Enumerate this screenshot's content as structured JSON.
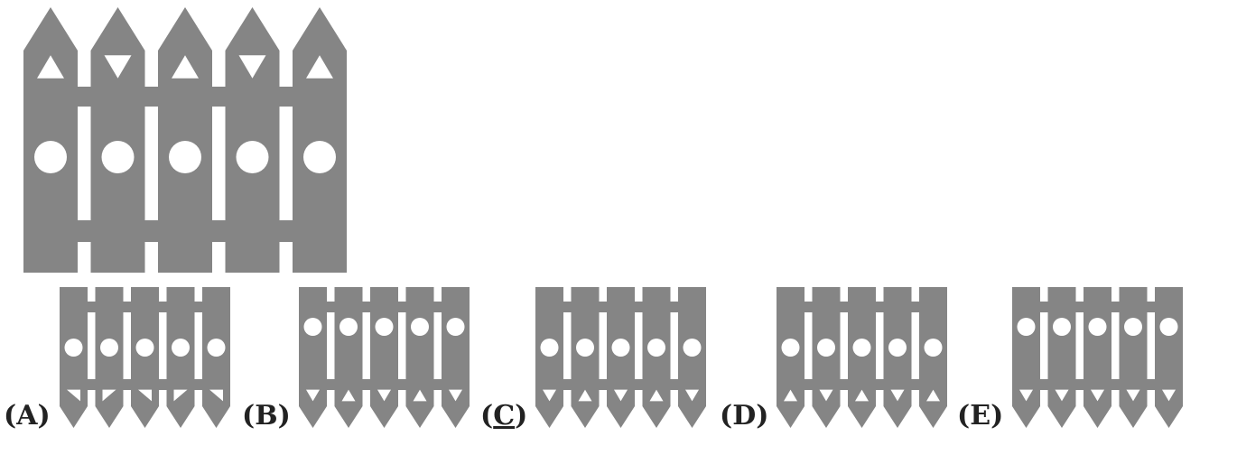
{
  "colors": {
    "fence": "#858585",
    "background": "#ffffff",
    "text": "#222222"
  },
  "question_fence": {
    "name": "original-fence",
    "tips": "up",
    "marks": [
      "up",
      "down",
      "up",
      "down",
      "up"
    ],
    "hole": "middle"
  },
  "options": [
    {
      "label_pre": "(",
      "letter": "A",
      "label_post": ")",
      "underlined": false,
      "tips": "down",
      "marks": [
        "tri-left",
        "tri-right",
        "tri-left",
        "tri-right",
        "tri-left"
      ],
      "hole": "upper-middle"
    },
    {
      "label_pre": "(",
      "letter": "B",
      "label_post": ")",
      "underlined": false,
      "tips": "down",
      "marks": [
        "down",
        "up",
        "down",
        "up",
        "down"
      ],
      "hole": "top"
    },
    {
      "label_pre": "(",
      "letter": "C",
      "label_post": ")",
      "underlined": true,
      "tips": "down",
      "marks": [
        "down",
        "up",
        "down",
        "up",
        "down"
      ],
      "hole": "upper-middle"
    },
    {
      "label_pre": "(",
      "letter": "D",
      "label_post": ")",
      "underlined": false,
      "tips": "down",
      "marks": [
        "up",
        "down",
        "up",
        "down",
        "up"
      ],
      "hole": "upper-middle"
    },
    {
      "label_pre": "(",
      "letter": "E",
      "label_post": ")",
      "underlined": false,
      "tips": "down",
      "marks": [
        "down",
        "down",
        "down",
        "down",
        "down"
      ],
      "hole": "top"
    }
  ]
}
